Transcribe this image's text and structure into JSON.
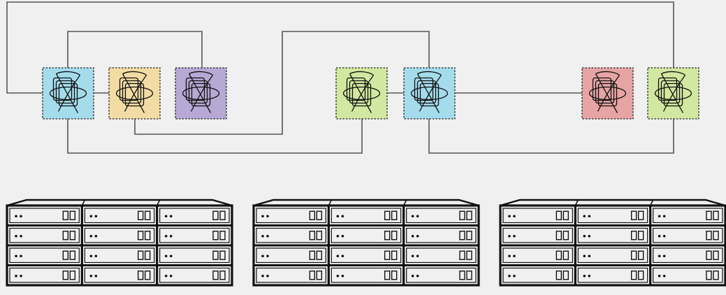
{
  "diagram": {
    "nodes": [
      {
        "id": "n1",
        "icon": "kubernetes-cluster-icon",
        "color": "#a4dcec"
      },
      {
        "id": "n2",
        "icon": "kubernetes-cluster-icon",
        "color": "#f2dca4"
      },
      {
        "id": "n3",
        "icon": "kubernetes-cluster-icon",
        "color": "#b8a8d4"
      },
      {
        "id": "n4",
        "icon": "kubernetes-cluster-icon",
        "color": "#d2e8a0"
      },
      {
        "id": "n5",
        "icon": "kubernetes-cluster-icon",
        "color": "#a4dcec"
      },
      {
        "id": "n6",
        "icon": "kubernetes-cluster-icon",
        "color": "#e6a4a4"
      },
      {
        "id": "n7",
        "icon": "kubernetes-cluster-icon",
        "color": "#d2e8a0"
      }
    ],
    "connections": [
      {
        "from": "n1",
        "to": "n7"
      },
      {
        "from": "n1",
        "to": "n3"
      },
      {
        "from": "n1",
        "to": "n2"
      },
      {
        "from": "n2",
        "to": "n5"
      },
      {
        "from": "n1",
        "to": "n4"
      },
      {
        "from": "n4",
        "to": "n5"
      },
      {
        "from": "n5",
        "to": "n6"
      },
      {
        "from": "n5",
        "to": "n7"
      }
    ],
    "racks": [
      {
        "id": "rack-1",
        "columns": 3,
        "rows": 4,
        "icon": "server-rack-icon"
      },
      {
        "id": "rack-2",
        "columns": 3,
        "rows": 4,
        "icon": "server-rack-icon"
      },
      {
        "id": "rack-3",
        "columns": 3,
        "rows": 4,
        "icon": "server-rack-icon"
      }
    ]
  }
}
